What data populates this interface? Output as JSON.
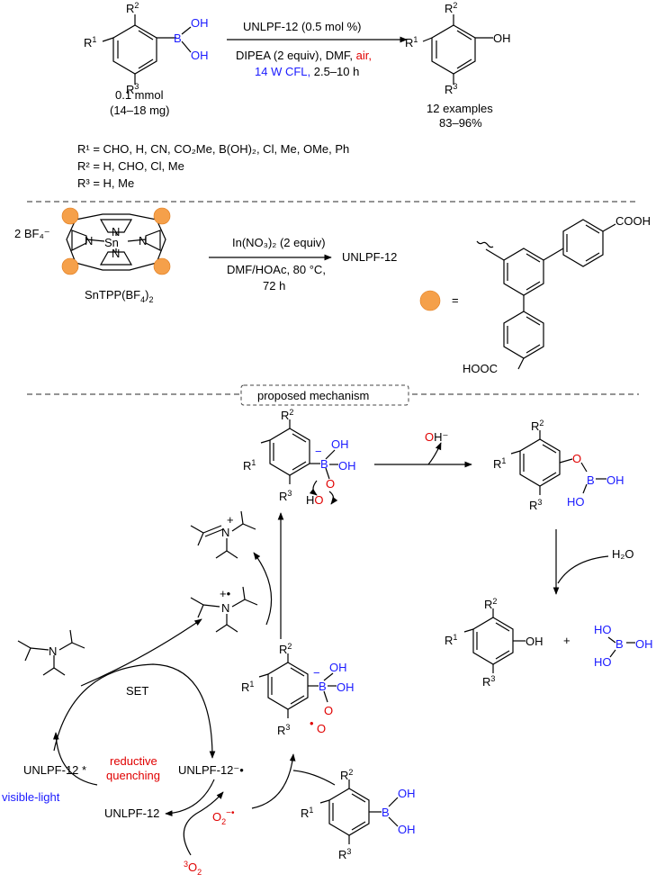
{
  "top": {
    "reagent": "UNLPF-12 (0.5 mol %)",
    "cond1": "DIPEA (2 equiv), DMF,",
    "cond_air": "air,",
    "cond_light": "14 W CFL,",
    "cond_time": "2.5–10 h",
    "amount": "0.1 mmol",
    "mass": "(14–18 mg)",
    "examples": "12 examples",
    "yield": "83–96%",
    "r1_line": "R¹ = CHO, H, CN, CO₂Me, B(OH)₂, Cl, Me, OMe, Ph",
    "r2_line": "R² = H, CHO, Cl, Me",
    "r3_line": "R³ = H, Me"
  },
  "synthesis": {
    "counterion": "2 BF₄⁻",
    "porphyrin_label": "SnTPP(BF₄)₂",
    "reagent": "In(NO₃)₂ (2 equiv)",
    "conditions": "DMF/HOAc, 80 °C,",
    "time": "72 h",
    "product": "UNLPF-12",
    "cooh_top": "COOH",
    "cooh_bottom": "HOOC",
    "equals": "="
  },
  "mechanism": {
    "title": "proposed mechanism",
    "hydroxide": "OH⁻",
    "water": "H₂O",
    "set": "SET",
    "reductive": "reductive",
    "quenching": "quenching",
    "pf_excited": "UNLPF-12 *",
    "pf_radical_anion": "UNLPF-12⁻•",
    "pf_ground": "UNLPF-12",
    "visible_light": "visible-light",
    "superoxide": "O₂⁻•",
    "triplet_oxygen": "³O₂",
    "plus": "+"
  },
  "colors": {
    "accent_blue": "#1a1aff",
    "accent_red": "#e00000",
    "bead": "#f5a04a"
  }
}
